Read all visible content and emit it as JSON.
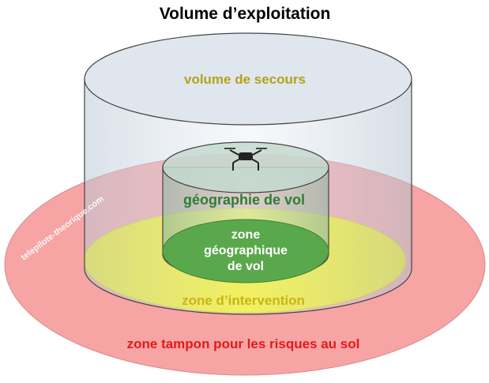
{
  "title": "Volume d’exploitation",
  "labels": {
    "volume_secours": "volume de secours",
    "geographie_vol": "géographie de vol",
    "zone_geo_line1": "zone",
    "zone_geo_line2": "géographique",
    "zone_geo_line3": "de vol",
    "zone_intervention": "zone d’intervention",
    "zone_tampon": "zone tampon pour les risques au sol"
  },
  "watermark": "telepilote-theorique.com",
  "icons": [
    "drone-icon"
  ],
  "colors": {
    "volume_secours_text": "#b5a21a",
    "geographie_text": "#2e7d32",
    "zone_geo_text": "#ffffff",
    "zone_intervention_text": "#c9b515",
    "zone_tampon_text": "#e01b1b",
    "zone_tampon_fill": "#f5a3a3",
    "zone_intervention_fill": "#f7f015",
    "zone_geo_fill": "#5aa84c",
    "outer_cylinder": "#dde6ee",
    "inner_cylinder": "#b7d2c8"
  }
}
